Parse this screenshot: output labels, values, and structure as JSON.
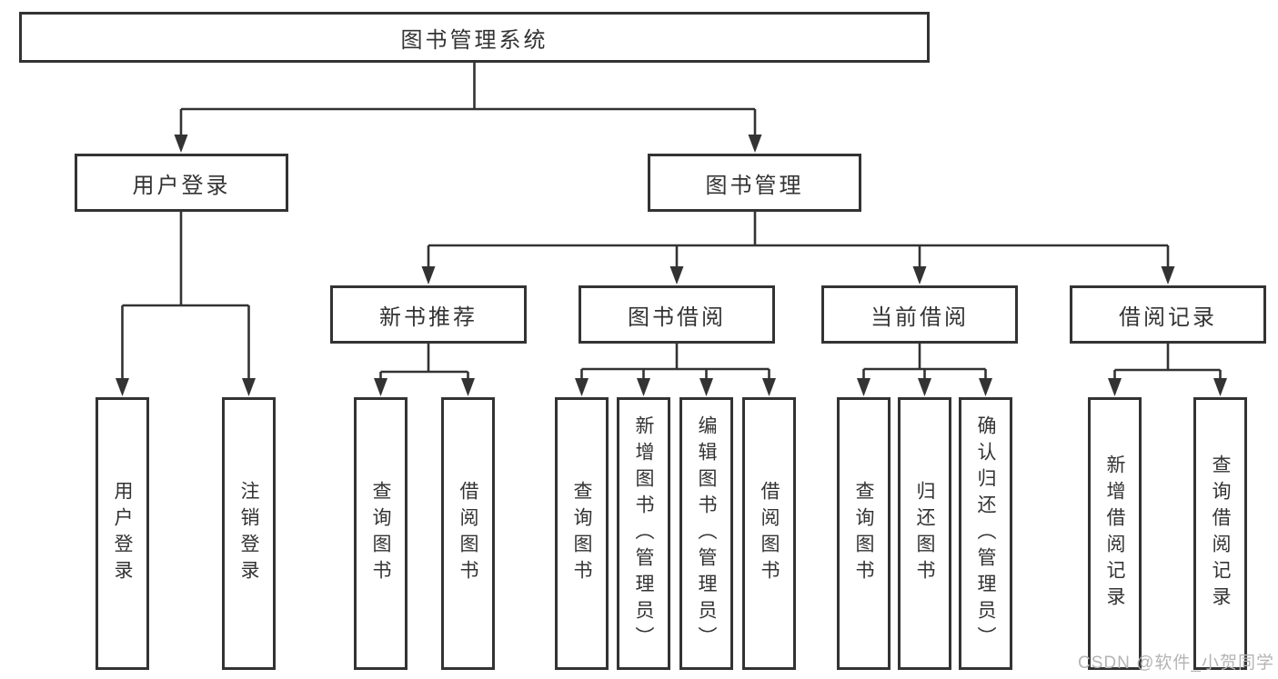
{
  "tree": {
    "label": "图书管理系统",
    "children": [
      {
        "label": "用户登录",
        "children": [
          {
            "label": "用户登录"
          },
          {
            "label": "注销登录"
          }
        ]
      },
      {
        "label": "图书管理",
        "children": [
          {
            "label": "新书推荐",
            "children": [
              {
                "label": "查询图书"
              },
              {
                "label": "借阅图书"
              }
            ]
          },
          {
            "label": "图书借阅",
            "children": [
              {
                "label": "查询图书"
              },
              {
                "label": "新增图书（管理员）"
              },
              {
                "label": "编辑图书（管理员）"
              },
              {
                "label": "借阅图书"
              }
            ]
          },
          {
            "label": "当前借阅",
            "children": [
              {
                "label": "查询图书"
              },
              {
                "label": "归还图书"
              },
              {
                "label": "确认归还（管理员）"
              }
            ]
          },
          {
            "label": "借阅记录",
            "children": [
              {
                "label": "新增借阅记录"
              },
              {
                "label": "查询借阅记录"
              }
            ]
          }
        ]
      }
    ]
  },
  "watermark": {
    "text": "CSDN @软件_小贺同学"
  },
  "colors": {
    "line": "#333333",
    "box_border": "#333333",
    "text": "#333333",
    "watermark": "#b4b4b4",
    "background": "#ffffff"
  }
}
